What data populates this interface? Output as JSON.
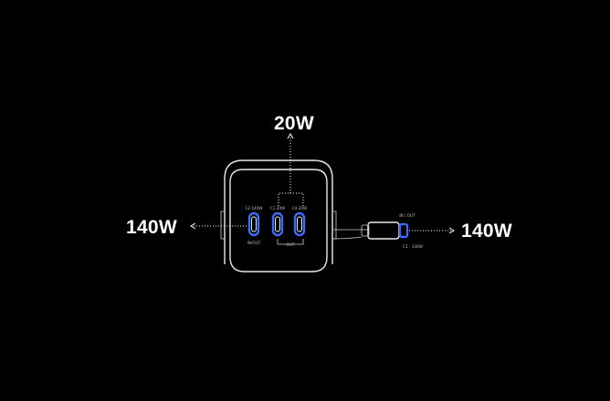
{
  "labels": {
    "top_power": "20W",
    "left_power": "140W",
    "right_power": "140W"
  },
  "ports": {
    "c2_label": "C2·140W",
    "c1_label": "C1·20W",
    "c4_label": "C4·20W",
    "c2_sub_label": "IN/OUT",
    "out_label": "OUT",
    "cable_top_label": "IN / OUT",
    "cable_bottom_label": "C1 · 140W"
  },
  "colors": {
    "background": "#000000",
    "port_accent": "#3b6cff",
    "line": "#ffffff"
  }
}
